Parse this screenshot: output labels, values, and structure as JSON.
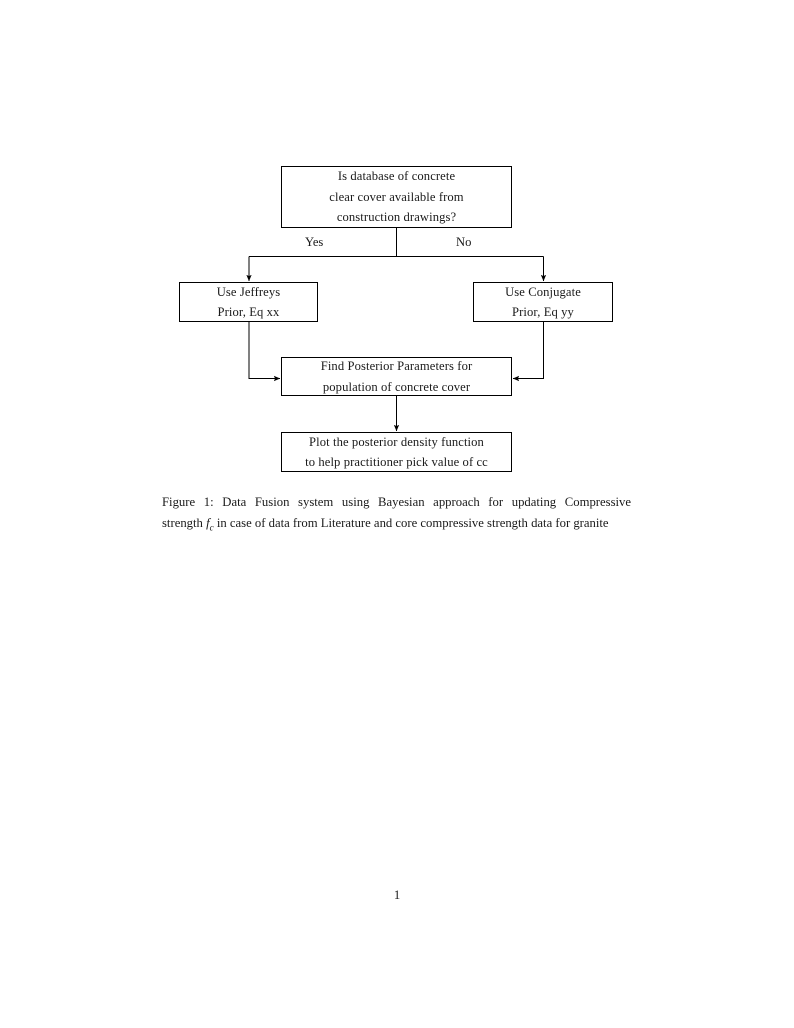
{
  "document": {
    "page_number": "1"
  },
  "figure": {
    "caption_prefix": "Figure 1:",
    "caption_part_1": "Data Fusion system using Bayesian approach for updating Compressive strength",
    "caption_math_base": "f",
    "caption_math_sub": "c",
    "caption_part_2": "in case of data from Literature and core compressive strength data for granite"
  },
  "flowchart": {
    "type": "flowchart",
    "orientation": "top-down",
    "line_color": "#000000",
    "fill_color": "#ffffff",
    "nodes": [
      {
        "id": "question",
        "shape": "rectangle",
        "lines": [
          "Is database of concrete",
          "clear cover available from",
          "construction drawings?"
        ]
      },
      {
        "id": "jeffreys",
        "shape": "rectangle",
        "lines": [
          "Use Jeffreys",
          "Prior, Eq xx"
        ]
      },
      {
        "id": "conjugate",
        "shape": "rectangle",
        "lines": [
          "Use Conjugate",
          "Prior, Eq yy"
        ]
      },
      {
        "id": "posterior",
        "shape": "rectangle",
        "lines": [
          "Find Posterior Parameters for",
          "population of concrete cover"
        ]
      },
      {
        "id": "plot",
        "shape": "rectangle",
        "lines": [
          "Plot the posterior density function",
          "to help practitioner pick value of cc"
        ]
      }
    ],
    "edges": [
      {
        "from": "question",
        "to": "jeffreys",
        "label": "Yes"
      },
      {
        "from": "question",
        "to": "conjugate",
        "label": "No"
      },
      {
        "from": "jeffreys",
        "to": "posterior",
        "label": ""
      },
      {
        "from": "conjugate",
        "to": "posterior",
        "label": ""
      },
      {
        "from": "posterior",
        "to": "plot",
        "label": ""
      }
    ]
  }
}
